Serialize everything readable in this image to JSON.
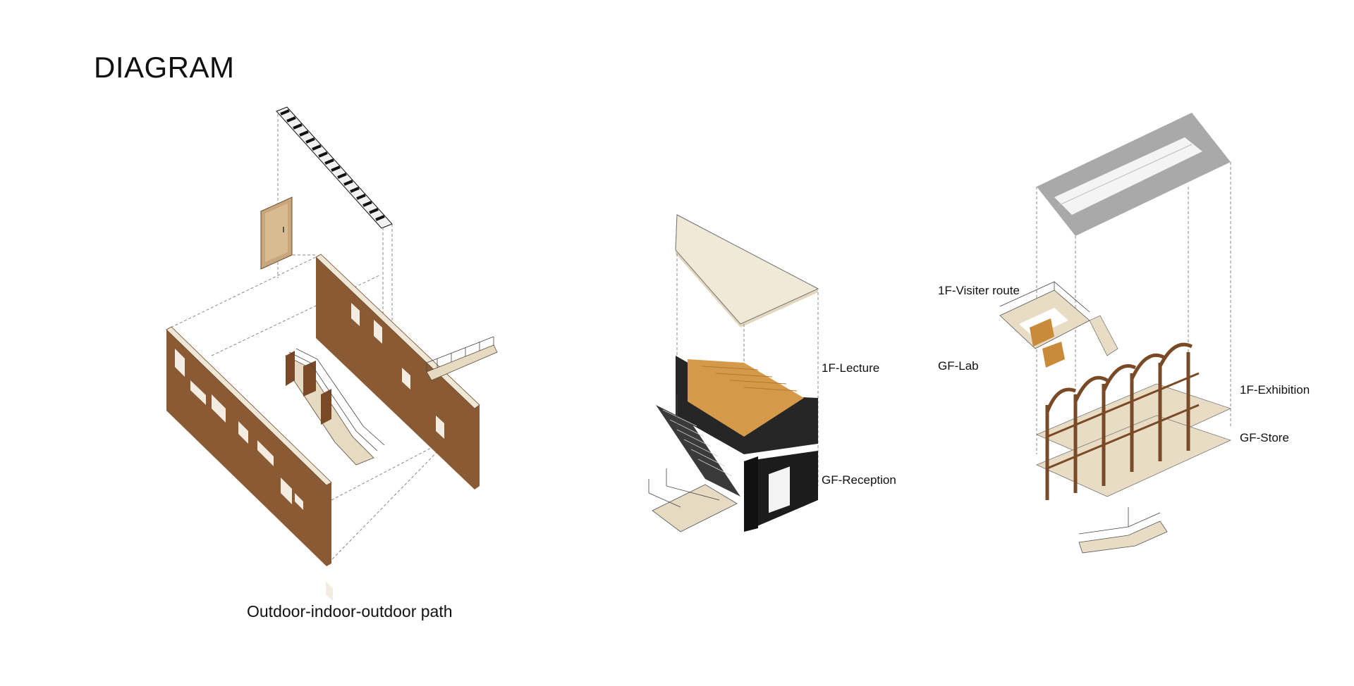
{
  "title": "DIAGRAM",
  "caption": "Outdoor-indoor-outdoor path",
  "labels": {
    "lecture": "1F-Lecture",
    "reception": "GF-Reception",
    "visitor_route": "1F-Visiter route",
    "lab": "GF-Lab",
    "exhibition": "1F-Exhibition",
    "store": "GF-Store"
  },
  "colors": {
    "brick": "#8a5a34",
    "brick_light": "#b0845a",
    "wood_light": "#e8dcc4",
    "wood_orange": "#c98a3a",
    "dark": "#232323",
    "roof_gray": "#a8a8a8",
    "frame_wood": "#7a4a26"
  }
}
